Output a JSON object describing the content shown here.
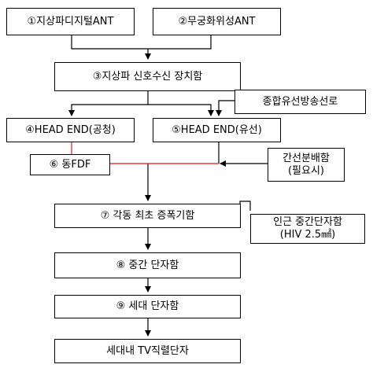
{
  "nodes": {
    "n1": "①지상파디지털ANT",
    "n2": "②무궁화위성ANT",
    "n3": "③지상파 신호수신 장치함",
    "n4": "④HEAD END(공청)",
    "n5": "⑤HEAD END(유선)",
    "n6": "⑥ 동FDF",
    "n7": "⑦ 각동 최초 증폭기함",
    "n8": "⑧ 중간 단자함",
    "n9": "⑨ 세대 단자함",
    "n10": "세대내 TV직렬단자",
    "side_cable": "종합유선방송선로",
    "side_branch_line1": "간선분배함",
    "side_branch_line2": "(필요시)",
    "side_mid_line1": "인근 중간단자함",
    "side_mid_line2": "(HIV 2.5㎟)"
  },
  "colors": {
    "line": "#000000",
    "accent_line": "#e8141c"
  }
}
